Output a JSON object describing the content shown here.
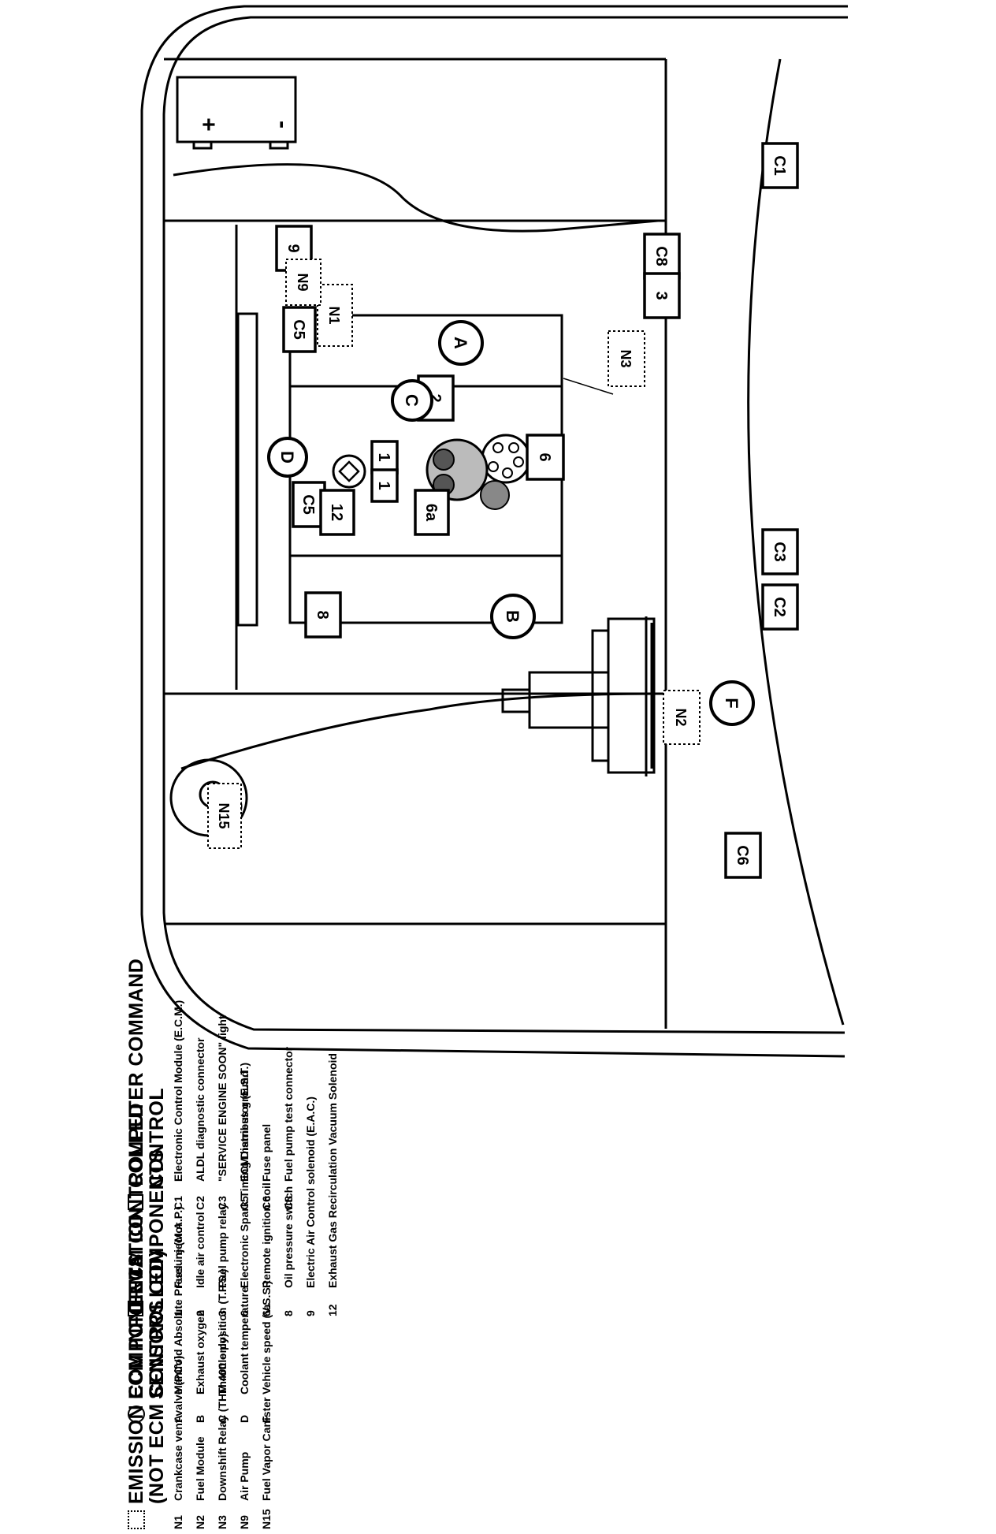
{
  "diagram": {
    "battery": {
      "plus": "+",
      "minus": "-"
    },
    "computer_command_boxes": [
      "C1",
      "C2",
      "C3",
      "C5",
      "C5",
      "C6",
      "C8"
    ],
    "ecm_controlled_boxes": [
      "1",
      "1",
      "2",
      "3",
      "6",
      "6a",
      "8",
      "9",
      "12"
    ],
    "sensor_circles": [
      "A",
      "B",
      "C",
      "D",
      "F"
    ],
    "emission_boxes": [
      "N1",
      "N2",
      "N3",
      "N9",
      "N15"
    ]
  },
  "legend": {
    "computer_command": {
      "title_lines": [
        "COMPUTER COMMAND",
        "CONTROL"
      ],
      "items": [
        {
          "code": "C1",
          "text": "Electronic Control Module (E.C.M.)"
        },
        {
          "code": "C2",
          "text": "ALDL diagnostic connector"
        },
        {
          "code": "C3",
          "text": "\"SERVICE ENGINE SOON\" light"
        },
        {
          "code": "C5",
          "text": "ECM harness ground"
        },
        {
          "code": "C6",
          "text": "Fuse panel"
        },
        {
          "code": "C8",
          "text": "Fuel pump test connector"
        }
      ]
    },
    "ecm_controlled": {
      "title_lines": [
        "ECM CONTROLLED",
        "COMPONENTS"
      ],
      "items": [
        {
          "code": "1",
          "text": "Fuel injector"
        },
        {
          "code": "2",
          "text": "Idle air control"
        },
        {
          "code": "3",
          "text": "Fuel pump relay"
        },
        {
          "code": "6",
          "text": "Electronic Spark Timing Distributor (E.S.T.)"
        },
        {
          "code": "6a",
          "text": "Remote ignition coil"
        },
        {
          "code": "8",
          "text": "Oil pressure switch"
        },
        {
          "code": "9",
          "text": "Electric Air Control solenoid (E.A.C.)"
        },
        {
          "code": "12",
          "text": "Exhaust Gas Recirculation Vacuum Solenoid"
        }
      ]
    },
    "ecm_sensors": {
      "title_lines": [
        "ECM INFORMATION",
        "SENSORS"
      ],
      "items": [
        {
          "code": "A",
          "text": "Manifold Absolute Pressure (M.A.P.)"
        },
        {
          "code": "B",
          "text": "Exhaust oxygen"
        },
        {
          "code": "C",
          "text": "Throttle position (T.P.S.)"
        },
        {
          "code": "D",
          "text": "Coolant temperature"
        },
        {
          "code": "F",
          "text": "Vehicle speed (V.S.S.)"
        }
      ]
    },
    "emission": {
      "title_lines": [
        "EMISSION COMPONENTS",
        "(NOT ECM CONTROLLED)"
      ],
      "items": [
        {
          "code": "N1",
          "text": "Crankcase vent valve (PCV)"
        },
        {
          "code": "N2",
          "text": "Fuel Module"
        },
        {
          "code": "N3",
          "text": "Downshift Relay (THM 400 only)"
        },
        {
          "code": "N9",
          "text": "Air Pump"
        },
        {
          "code": "N15",
          "text": "Fuel Vapor Canister"
        }
      ]
    }
  }
}
